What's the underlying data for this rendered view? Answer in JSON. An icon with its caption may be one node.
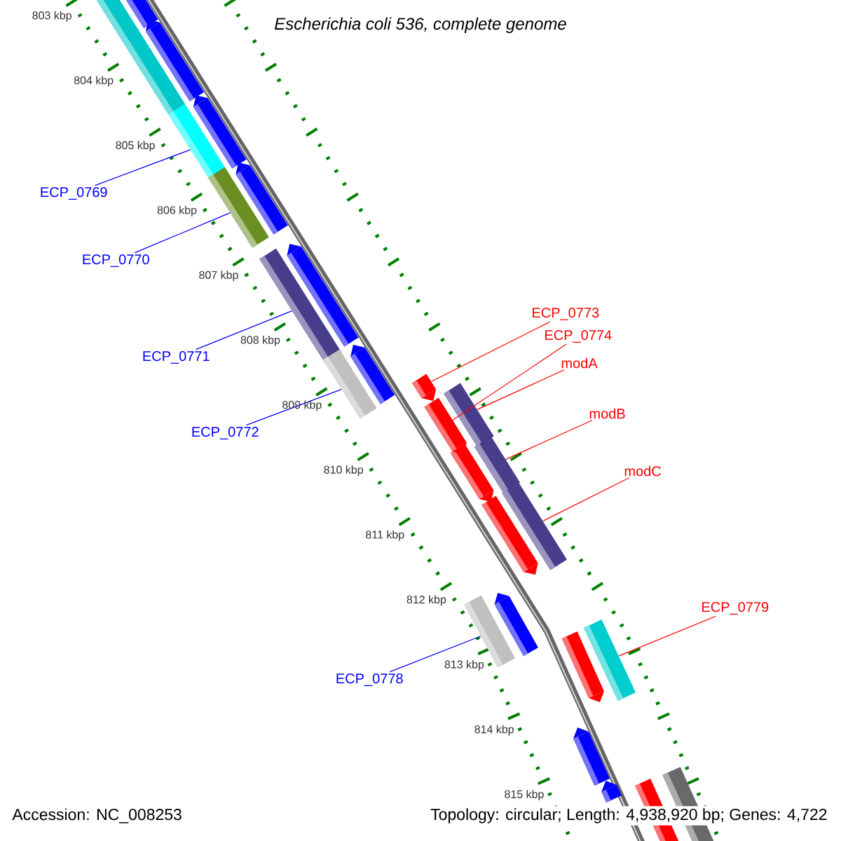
{
  "diagram": {
    "title": "Escherichia coli 536, complete genome",
    "nodes": [
      {
        "text": [
          "ECP_0769"
        ]
      },
      {
        "text": [
          "ECP_0770"
        ]
      },
      {
        "text": [
          "ECP_0771"
        ]
      },
      {
        "text": [
          "ECP_0772"
        ]
      },
      {
        "text": [
          "ECP_0773"
        ]
      },
      {
        "text": [
          "ECP_0774"
        ]
      },
      {
        "text": [
          "modA"
        ]
      },
      {
        "text": [
          "modB"
        ]
      },
      {
        "text": [
          "modC"
        ]
      },
      {
        "text": [
          "ECP_0779"
        ]
      },
      {
        "text": [
          "ECP_0778"
        ]
      },
      {
        "text": [],
        "shape": "bar"
      },
      {
        "text": [],
        "shape": "bar"
      },
      {
        "text": [],
        "shape": "bar"
      },
      {
        "text": [],
        "shape": "bar"
      },
      {
        "text": [],
        "shape": "bar"
      },
      {
        "text": [],
        "shape": "bar"
      },
      {
        "text": [],
        "shape": "bar"
      },
      {
        "text": [],
        "shape": "bar"
      },
      {
        "text": [],
        "shape": "bar"
      },
      {
        "text": [],
        "shape": "bar"
      },
      {
        "text": [],
        "shape": "bar"
      }
    ],
    "edges": [
      {
        "from": 0,
        "to": 11,
        "arrow": "none",
        "color": "#0000ff"
      },
      {
        "from": 1,
        "to": 12,
        "arrow": "none",
        "color": "#0000ff"
      },
      {
        "from": 2,
        "to": 13,
        "arrow": "none",
        "color": "#0000ff"
      },
      {
        "from": 3,
        "to": 14,
        "arrow": "none",
        "color": "#0000ff"
      },
      {
        "from": 4,
        "to": 15,
        "arrow": "none",
        "color": "#ff0000"
      },
      {
        "from": 5,
        "to": 16,
        "arrow": "none",
        "color": "#ff0000"
      },
      {
        "from": 6,
        "to": 17,
        "arrow": "none",
        "color": "#ff0000"
      },
      {
        "from": 7,
        "to": 18,
        "arrow": "none",
        "color": "#ff0000"
      },
      {
        "from": 8,
        "to": 19,
        "arrow": "none",
        "color": "#ff0000"
      },
      {
        "from": 9,
        "to": 20,
        "arrow": "none",
        "color": "#ff0000"
      },
      {
        "from": 10,
        "to": 21,
        "arrow": "none",
        "color": "#0000ff"
      }
    ],
    "labels": [
      "803 kbp",
      "804 kbp",
      "805 kbp",
      "806 kbp",
      "807 kbp",
      "808 kbp",
      "809 kbp",
      "810 kbp",
      "811 kbp",
      "812 kbp",
      "813 kbp",
      "814 kbp",
      "815 kbp",
      "Accession: NC_008253",
      "Topology: circular; Length: 4,938,920 bp; Genes: 4,722"
    ]
  }
}
